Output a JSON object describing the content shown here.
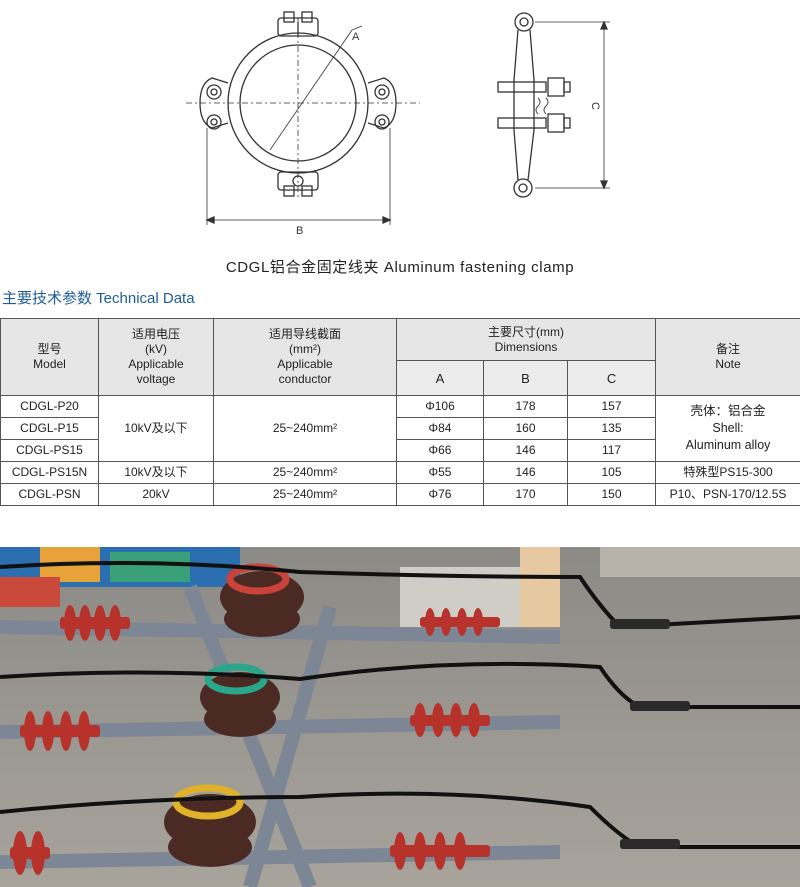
{
  "drawing": {
    "front_dim_a": "A",
    "front_dim_b": "B",
    "side_dim_c": "C"
  },
  "caption": "CDGL铝合金固定线夹 Aluminum fastening clamp",
  "section_title": "主要技术参数 Technical Data",
  "table": {
    "headers": {
      "model_cn": "型号",
      "model_en": "Model",
      "voltage_cn": "适用电压",
      "voltage_unit": "(kV)",
      "voltage_en": "Applicable voltage",
      "conductor_cn": "适用导线截面",
      "conductor_unit": "(mm²)",
      "conductor_en": "Applicable conductor",
      "dims_cn": "主要尺寸(mm)",
      "dims_en": "Dimensions",
      "dim_a": "A",
      "dim_b": "B",
      "dim_c": "C",
      "note_cn": "备注",
      "note_en": "Note"
    },
    "rows": [
      {
        "model": "CDGL-P20",
        "a": "Φ106",
        "b": "178",
        "c": "157"
      },
      {
        "model": "CDGL-P15",
        "a": "Φ84",
        "b": "160",
        "c": "135"
      },
      {
        "model": "CDGL-PS15",
        "a": "Φ66",
        "b": "146",
        "c": "117"
      },
      {
        "model": "CDGL-PS15N",
        "voltage": "10kV及以下",
        "conductor": "25~240mm²",
        "a": "Φ55",
        "b": "146",
        "c": "105",
        "note": "特殊型PS15-300"
      },
      {
        "model": "CDGL-PSN",
        "voltage": "20kV",
        "conductor": "25~240mm²",
        "a": "Φ76",
        "b": "170",
        "c": "150",
        "note": "P10、PSN-170/12.5S"
      }
    ],
    "group": {
      "voltage": "10kV及以下",
      "conductor": "25~240mm²",
      "note_line1": "壳体：铝合金",
      "note_line2": "Shell:",
      "note_line3": "Aluminum alloy"
    }
  },
  "colors": {
    "title_blue": "#1f5c9a",
    "header_gray": "#e6e6e6",
    "clamp_red": "#c9433a",
    "clamp_green": "#2aa68a",
    "clamp_yellow": "#e0b22a",
    "insulator_red": "#b8322c",
    "insulator_brown": "#4a2a22"
  }
}
